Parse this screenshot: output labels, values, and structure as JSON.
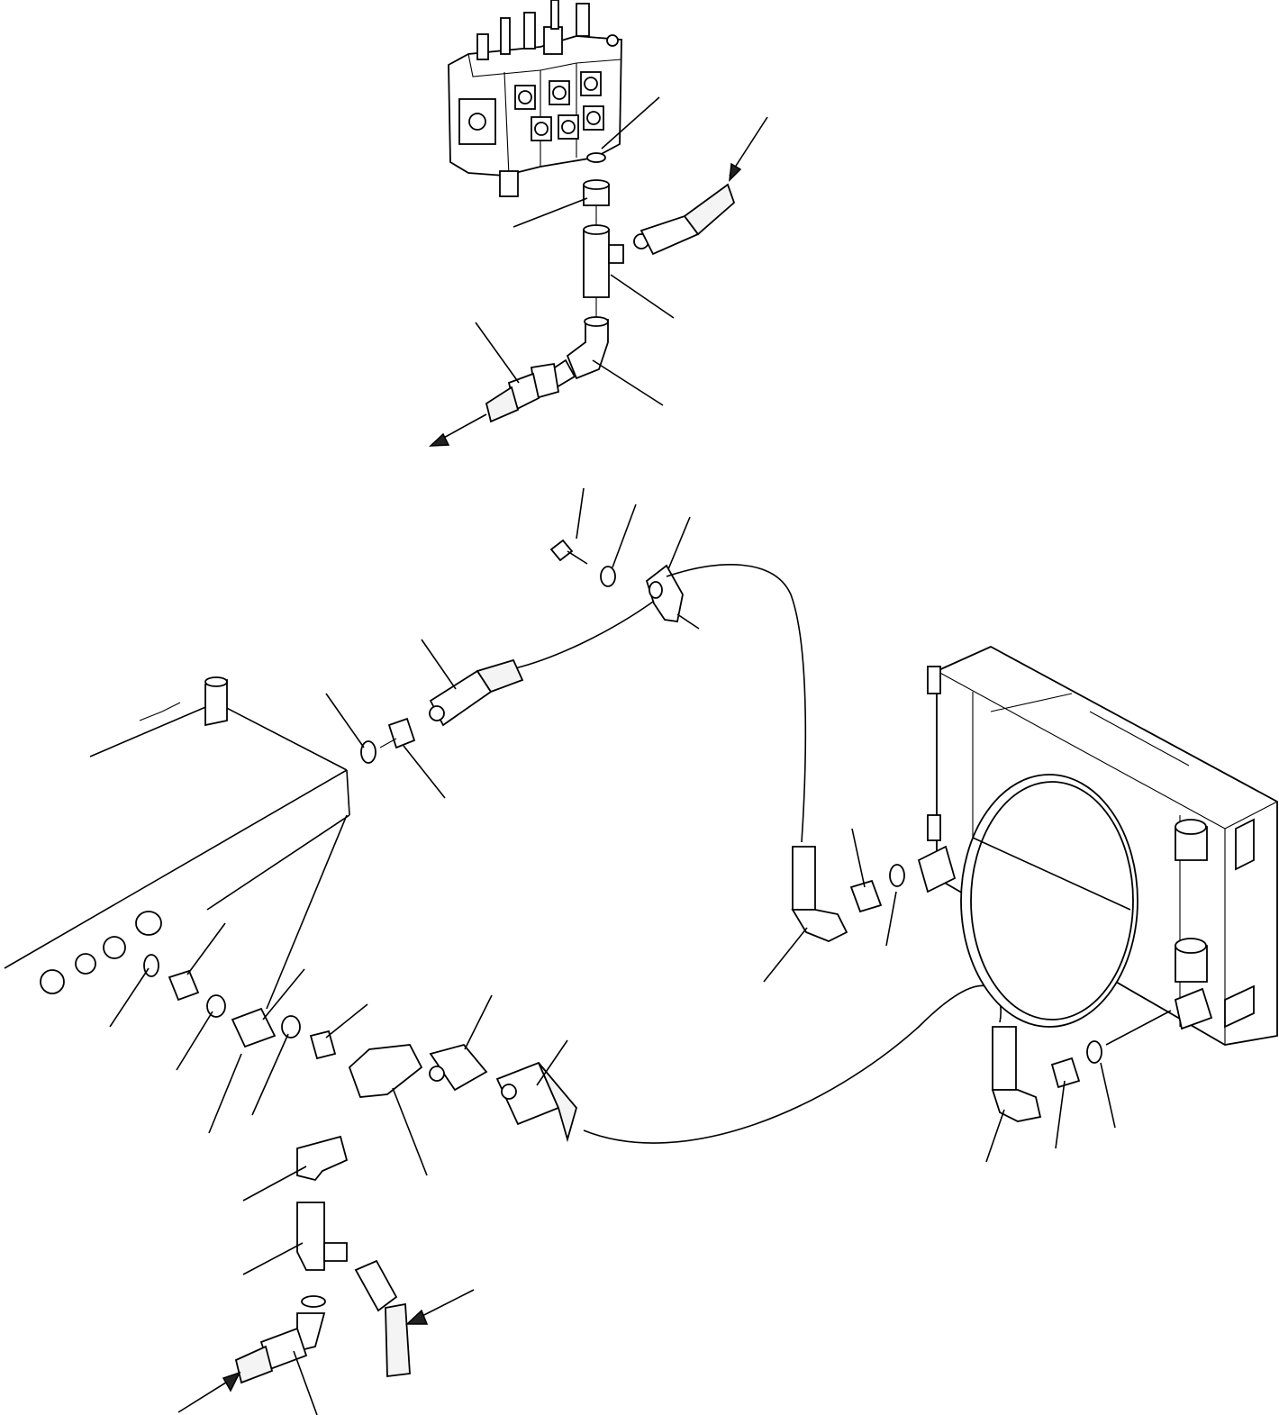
{
  "diagram": {
    "components": [
      {
        "name": "control-valve"
      },
      {
        "name": "hydraulic-tank"
      },
      {
        "name": "oil-cooler"
      },
      {
        "name": "hose-upper"
      },
      {
        "name": "hose-cooler-inlet"
      },
      {
        "name": "hose-cooler-outlet"
      },
      {
        "name": "hose-lower-left"
      },
      {
        "name": "hose-lower-right"
      }
    ],
    "leader_count": 27,
    "flow_arrow_count": 4,
    "colors": {
      "line": "#000000",
      "background": "#ffffff"
    }
  }
}
